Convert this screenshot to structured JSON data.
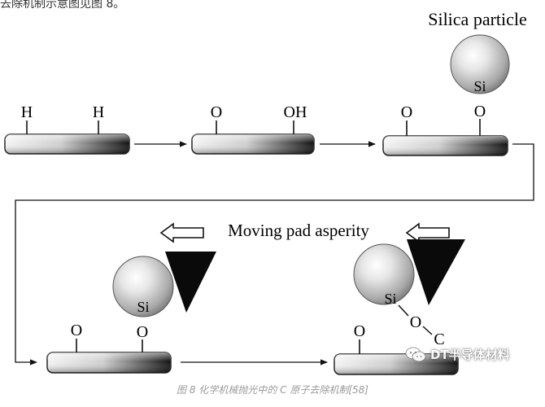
{
  "intro_text": "去除机制示意图见图 8。",
  "caption": "图 8 化学机械抛光中的 C 原子去除机制[58]",
  "watermark": "DT半导体材料",
  "diagram": {
    "label_silica_particle": "Silica particle",
    "label_moving_pad": "Moving pad asperity",
    "stage1": {
      "atom_left": "H",
      "atom_right": "H"
    },
    "stage2": {
      "atom_left": "O",
      "atom_right": "OH"
    },
    "stage3": {
      "atom_left": "O",
      "atom_right": "O",
      "particle_atom": "Si"
    },
    "stage4": {
      "atom_left": "O",
      "atom_right": "O",
      "particle_atom": "Si"
    },
    "stage5": {
      "atom_left": "O",
      "bridge_atom": "O",
      "carbon_atom": "C",
      "particle_atom": "Si"
    }
  },
  "colors": {
    "bar_light": "#f4f4f4",
    "bar_dark": "#111111",
    "sphere_light": "#e6e6e6",
    "sphere_dark": "#7a7a7a",
    "pad": "#0a0a0a",
    "caption": "#9a9a9a"
  },
  "icons": [
    "left-arrow-outline-icon",
    "wechat-icon"
  ]
}
